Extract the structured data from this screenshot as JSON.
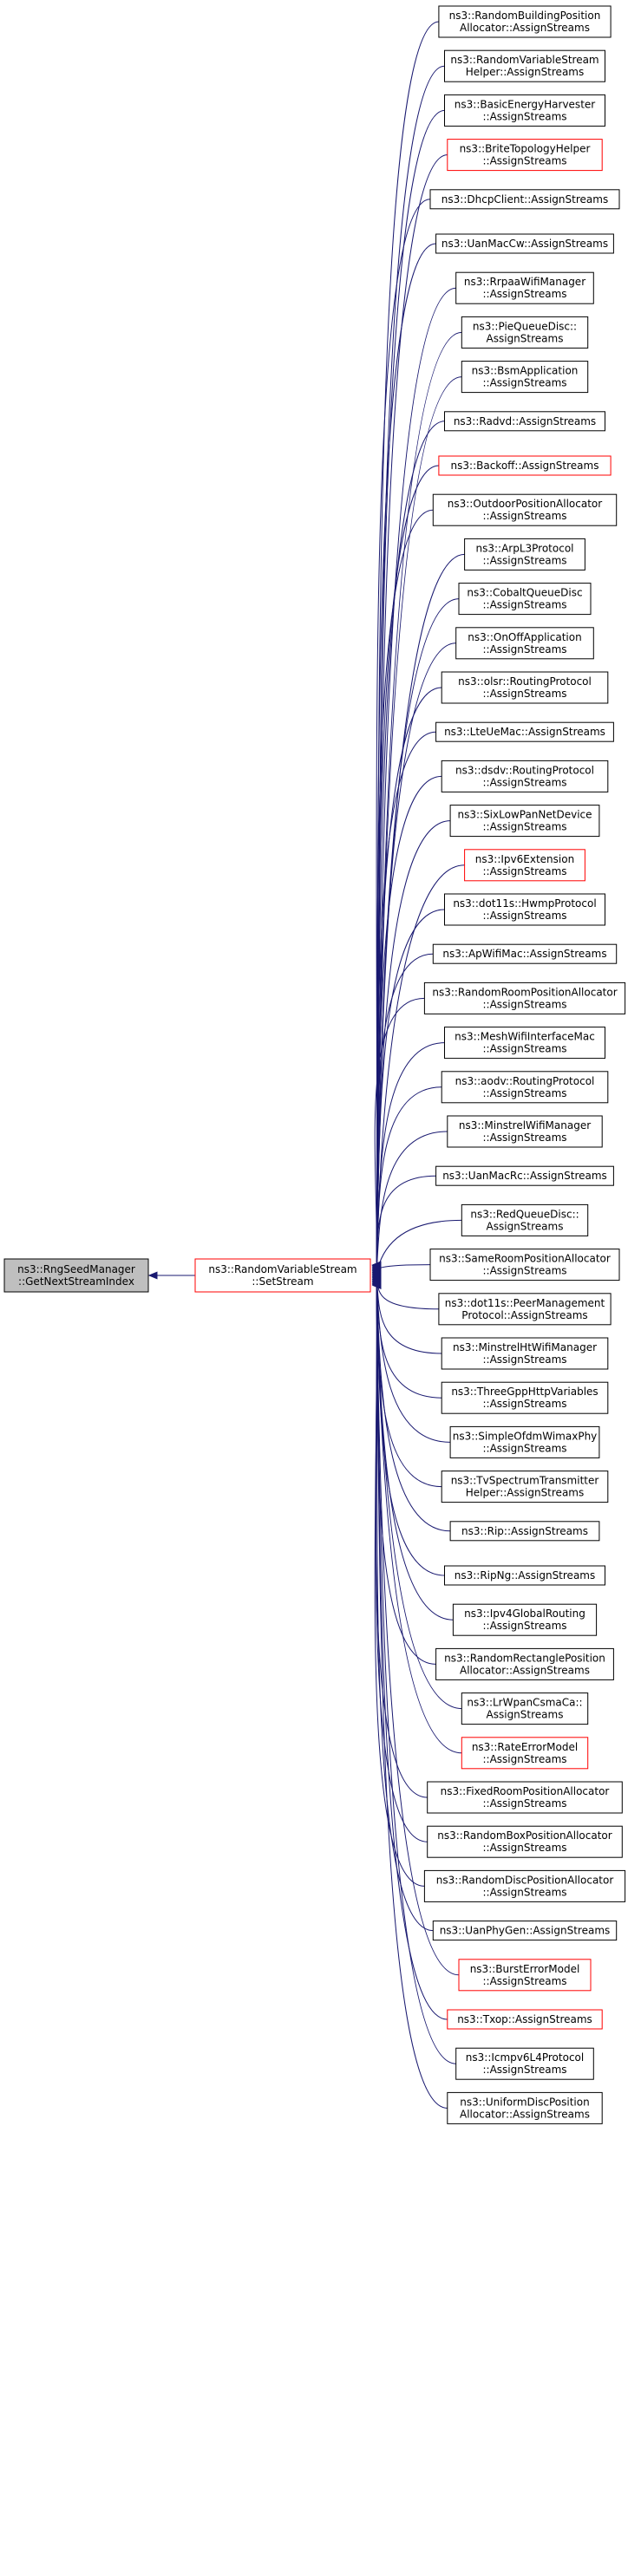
{
  "root": {
    "lines": [
      "ns3::RngSeedManager",
      "::GetNextStreamIndex"
    ],
    "highlight": "grey"
  },
  "middle": {
    "lines": [
      "ns3::RandomVariableStream",
      "::SetStream"
    ],
    "border": "red"
  },
  "callers": [
    {
      "lines": [
        "ns3::RandomBuildingPosition",
        "Allocator::AssignStreams"
      ],
      "border": "black"
    },
    {
      "lines": [
        "ns3::RandomVariableStream",
        "Helper::AssignStreams"
      ],
      "border": "black"
    },
    {
      "lines": [
        "ns3::BasicEnergyHarvester",
        "::AssignStreams"
      ],
      "border": "black"
    },
    {
      "lines": [
        "ns3::BriteTopologyHelper",
        "::AssignStreams"
      ],
      "border": "red"
    },
    {
      "lines": [
        "ns3::DhcpClient::AssignStreams"
      ],
      "border": "black"
    },
    {
      "lines": [
        "ns3::UanMacCw::AssignStreams"
      ],
      "border": "black"
    },
    {
      "lines": [
        "ns3::RrpaaWifiManager",
        "::AssignStreams"
      ],
      "border": "black"
    },
    {
      "lines": [
        "ns3::PieQueueDisc::",
        "AssignStreams"
      ],
      "border": "black"
    },
    {
      "lines": [
        "ns3::BsmApplication",
        "::AssignStreams"
      ],
      "border": "black"
    },
    {
      "lines": [
        "ns3::Radvd::AssignStreams"
      ],
      "border": "black"
    },
    {
      "lines": [
        "ns3::Backoff::AssignStreams"
      ],
      "border": "red"
    },
    {
      "lines": [
        "ns3::OutdoorPositionAllocator",
        "::AssignStreams"
      ],
      "border": "black"
    },
    {
      "lines": [
        "ns3::ArpL3Protocol",
        "::AssignStreams"
      ],
      "border": "black"
    },
    {
      "lines": [
        "ns3::CobaltQueueDisc",
        "::AssignStreams"
      ],
      "border": "black"
    },
    {
      "lines": [
        "ns3::OnOffApplication",
        "::AssignStreams"
      ],
      "border": "black"
    },
    {
      "lines": [
        "ns3::olsr::RoutingProtocol",
        "::AssignStreams"
      ],
      "border": "black"
    },
    {
      "lines": [
        "ns3::LteUeMac::AssignStreams"
      ],
      "border": "black"
    },
    {
      "lines": [
        "ns3::dsdv::RoutingProtocol",
        "::AssignStreams"
      ],
      "border": "black"
    },
    {
      "lines": [
        "ns3::SixLowPanNetDevice",
        "::AssignStreams"
      ],
      "border": "black"
    },
    {
      "lines": [
        "ns3::Ipv6Extension",
        "::AssignStreams"
      ],
      "border": "red"
    },
    {
      "lines": [
        "ns3::dot11s::HwmpProtocol",
        "::AssignStreams"
      ],
      "border": "black"
    },
    {
      "lines": [
        "ns3::ApWifiMac::AssignStreams"
      ],
      "border": "black"
    },
    {
      "lines": [
        "ns3::RandomRoomPositionAllocator",
        "::AssignStreams"
      ],
      "border": "black"
    },
    {
      "lines": [
        "ns3::MeshWifiInterfaceMac",
        "::AssignStreams"
      ],
      "border": "black"
    },
    {
      "lines": [
        "ns3::aodv::RoutingProtocol",
        "::AssignStreams"
      ],
      "border": "black"
    },
    {
      "lines": [
        "ns3::MinstrelWifiManager",
        "::AssignStreams"
      ],
      "border": "black"
    },
    {
      "lines": [
        "ns3::UanMacRc::AssignStreams"
      ],
      "border": "black"
    },
    {
      "lines": [
        "ns3::RedQueueDisc::",
        "AssignStreams"
      ],
      "border": "black"
    },
    {
      "lines": [
        "ns3::SameRoomPositionAllocator",
        "::AssignStreams"
      ],
      "border": "black"
    },
    {
      "lines": [
        "ns3::dot11s::PeerManagement",
        "Protocol::AssignStreams"
      ],
      "border": "black"
    },
    {
      "lines": [
        "ns3::MinstrelHtWifiManager",
        "::AssignStreams"
      ],
      "border": "black"
    },
    {
      "lines": [
        "ns3::ThreeGppHttpVariables",
        "::AssignStreams"
      ],
      "border": "black"
    },
    {
      "lines": [
        "ns3::SimpleOfdmWimaxPhy",
        "::AssignStreams"
      ],
      "border": "black"
    },
    {
      "lines": [
        "ns3::TvSpectrumTransmitter",
        "Helper::AssignStreams"
      ],
      "border": "black"
    },
    {
      "lines": [
        "ns3::Rip::AssignStreams"
      ],
      "border": "black"
    },
    {
      "lines": [
        "ns3::RipNg::AssignStreams"
      ],
      "border": "black"
    },
    {
      "lines": [
        "ns3::Ipv4GlobalRouting",
        "::AssignStreams"
      ],
      "border": "black"
    },
    {
      "lines": [
        "ns3::RandomRectanglePosition",
        "Allocator::AssignStreams"
      ],
      "border": "black"
    },
    {
      "lines": [
        "ns3::LrWpanCsmaCa::",
        "AssignStreams"
      ],
      "border": "black"
    },
    {
      "lines": [
        "ns3::RateErrorModel",
        "::AssignStreams"
      ],
      "border": "red"
    },
    {
      "lines": [
        "ns3::FixedRoomPositionAllocator",
        "::AssignStreams"
      ],
      "border": "black"
    },
    {
      "lines": [
        "ns3::RandomBoxPositionAllocator",
        "::AssignStreams"
      ],
      "border": "black"
    },
    {
      "lines": [
        "ns3::RandomDiscPositionAllocator",
        "::AssignStreams"
      ],
      "border": "black"
    },
    {
      "lines": [
        "ns3::UanPhyGen::AssignStreams"
      ],
      "border": "black"
    },
    {
      "lines": [
        "ns3::BurstErrorModel",
        "::AssignStreams"
      ],
      "border": "red"
    },
    {
      "lines": [
        "ns3::Txop::AssignStreams"
      ],
      "border": "red"
    },
    {
      "lines": [
        "ns3::Icmpv6L4Protocol",
        "::AssignStreams"
      ],
      "border": "black"
    },
    {
      "lines": [
        "ns3::UniformDiscPosition",
        "Allocator::AssignStreams"
      ],
      "border": "black"
    }
  ],
  "colors": {
    "edge": "#191970",
    "root_fill": "#bfbfbf",
    "red_border": "#ff0000",
    "black_border": "#000000"
  }
}
